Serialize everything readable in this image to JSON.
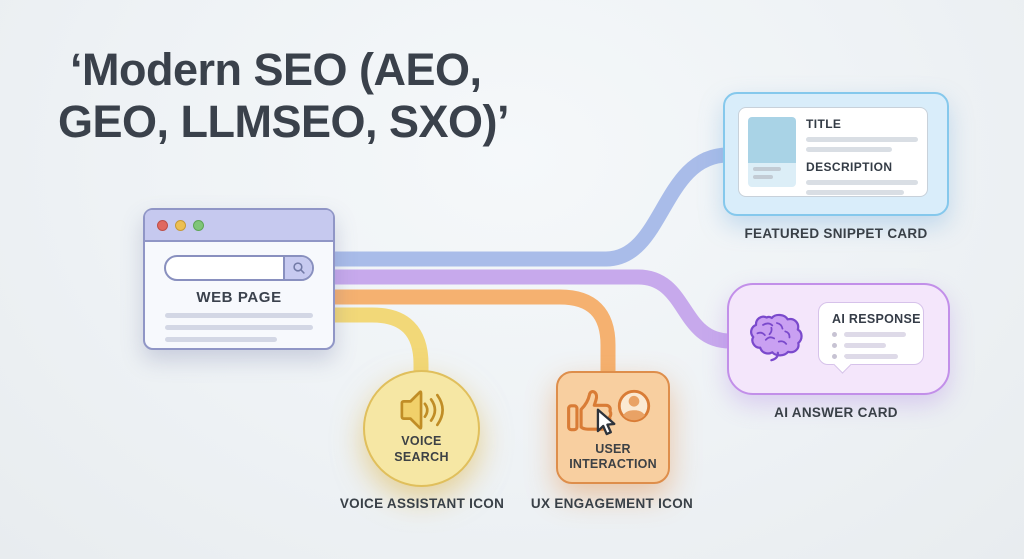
{
  "title": {
    "line1": "‘Modern SEO (AEO,",
    "line2": "GEO, LLMSEO, SXO)’"
  },
  "browser": {
    "label": "WEB PAGE",
    "traffic_lights": [
      "red",
      "yellow",
      "green"
    ],
    "search_icon": "magnifier"
  },
  "featured_snippet": {
    "title_label": "TITLE",
    "description_label": "DESCRIPTION",
    "caption": "FEATURED SNIPPET CARD"
  },
  "ai_answer": {
    "bubble_label": "AI RESPONSE",
    "caption": "AI ANSWER CARD",
    "brain_icon": "brain"
  },
  "voice_search": {
    "label_line1": "VOICE",
    "label_line2": "SEARCH",
    "caption": "VOICE ASSISTANT ICON",
    "icon": "speaker-with-sound-waves"
  },
  "user_interaction": {
    "label_line1": "USER",
    "label_line2": "INTERACTION",
    "caption": "UX ENGAGEMENT ICON",
    "icons": [
      "thumbs-up",
      "person-avatar",
      "mouse-pointer"
    ]
  },
  "connectors": [
    {
      "name": "webpage-to-featured-snippet",
      "color": "#a9bce9"
    },
    {
      "name": "webpage-to-ai-answer",
      "color": "#c7a9ec"
    },
    {
      "name": "webpage-to-user-interaction",
      "color": "#f5b170"
    },
    {
      "name": "webpage-to-voice-search",
      "color": "#f2d878"
    }
  ],
  "colors": {
    "background": "#eef1f4",
    "title_text": "#3a414b",
    "caption_text": "#394047",
    "browser_titlebar": "#c6c9ef",
    "browser_border": "#9096c6",
    "traffic_red": "#e0685f",
    "traffic_yellow": "#ecbf52",
    "traffic_green": "#7fc577",
    "snippet_bg": "#d9edfa",
    "snippet_border": "#85c8ec",
    "ai_bg": "#f4e6fb",
    "ai_border": "#c28fe9",
    "voice_bg": "#f6e7a4",
    "voice_border": "#e0bf5c",
    "ux_bg": "#f8cfa0",
    "ux_border": "#de8e4b"
  }
}
